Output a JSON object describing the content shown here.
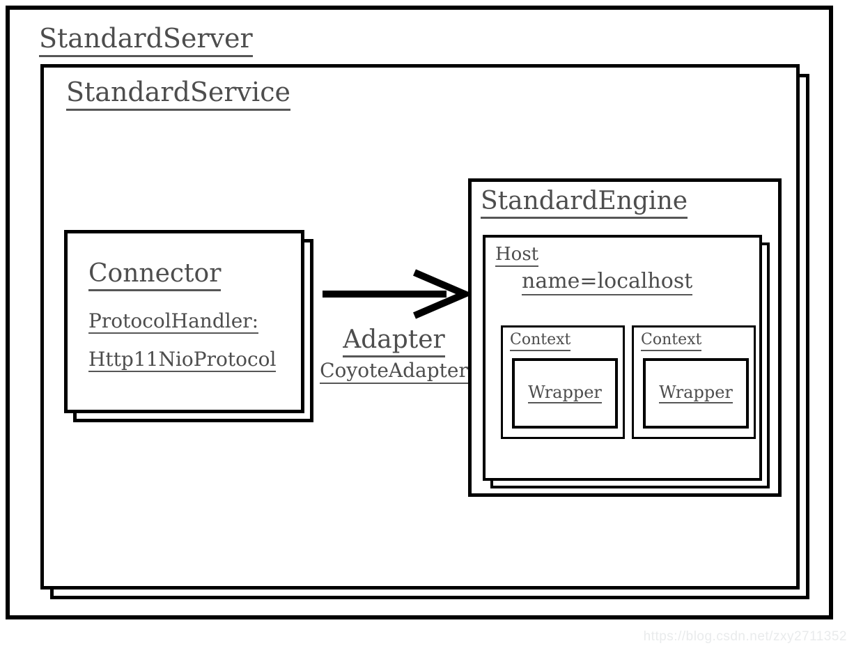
{
  "diagram": {
    "server": {
      "title": "StandardServer"
    },
    "service": {
      "title": "StandardService"
    },
    "connector": {
      "title": "Connector",
      "line1": "ProtocolHandler:",
      "line2": "Http11NioProtocol"
    },
    "arrow": {
      "icon": "right-arrow",
      "direction": "right"
    },
    "adapter": {
      "title": "Adapter",
      "subtitle": "CoyoteAdapter"
    },
    "engine": {
      "title": "StandardEngine"
    },
    "host": {
      "title": "Host",
      "attribute": "name=localhost"
    },
    "contexts": [
      {
        "title": "Context",
        "wrapper_title": "Wrapper"
      },
      {
        "title": "Context",
        "wrapper_title": "Wrapper"
      }
    ],
    "colors": {
      "border": "#000000",
      "text": "#4d4d4d",
      "background": "#ffffff",
      "watermark": "#e9ebec"
    }
  },
  "watermark": {
    "text": "https://blog.csdn.net/zxy2711352"
  }
}
